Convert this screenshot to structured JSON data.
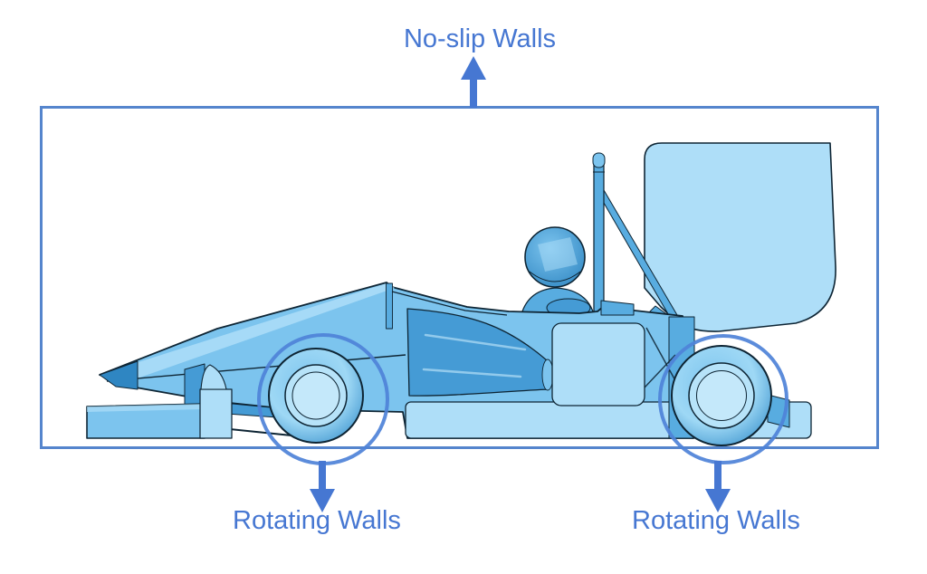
{
  "annotations": {
    "no_slip_label": "No-slip Walls",
    "rotating_left_label": "Rotating Walls",
    "rotating_right_label": "Rotating Walls"
  },
  "colors": {
    "annotation_text": "#4677d2",
    "arrow": "#4677d2",
    "domain_border": "#5585cd",
    "highlight_circle": "#4e82d8",
    "outline": "#0e2534",
    "car_light": "#aedef8",
    "car_lighter": "#c6e9fb",
    "car_medium": "#7cc4ee",
    "car_medium_dark": "#58ace0",
    "car_dark": "#459bd5",
    "car_darker": "#2f86c2",
    "tire_light": "#9ed8f5",
    "tire_dark": "#4398d0",
    "rim_light": "#b7e3f9",
    "hub_light": "#c4e8fa"
  }
}
